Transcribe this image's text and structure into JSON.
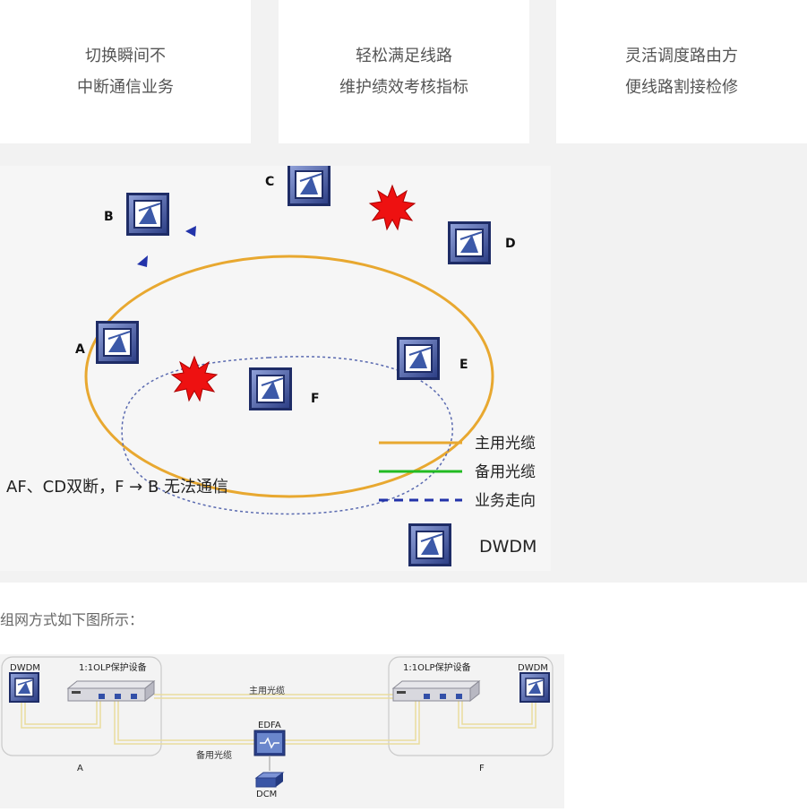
{
  "cards": [
    {
      "line1": "切换瞬间不",
      "line2": "中断通信业务"
    },
    {
      "line1": "轻松满足线路",
      "line2": "维护绩效考核指标"
    },
    {
      "line1": "灵活调度路由方",
      "line2": "便线路割接检修"
    }
  ],
  "ring": {
    "nodes": {
      "a": "A",
      "b": "B",
      "c": "C",
      "d": "D",
      "e": "E",
      "f": "F"
    },
    "note": "AF、CD双断，F → B  无法通信",
    "legend": {
      "main_fiber": "主用光缆",
      "backup_fiber": "备用光缆",
      "service_direction": "业务走向",
      "dwdm": "DWDM"
    },
    "colors": {
      "main": "#e8a830",
      "backup": "#22bb22",
      "service": "#22337a"
    }
  },
  "caption": "组网方式如下图所示：",
  "network": {
    "dwdm_left": "DWDM",
    "dwdm_right": "DWDM",
    "olp_left": "1:1OLP保护设备",
    "olp_right": "1:1OLP保护设备",
    "main_fiber": "主用光缆",
    "backup_fiber": "备用光缆",
    "edfa": "EDFA",
    "dcm": "DCM",
    "site_a": "A",
    "site_f": "F"
  }
}
